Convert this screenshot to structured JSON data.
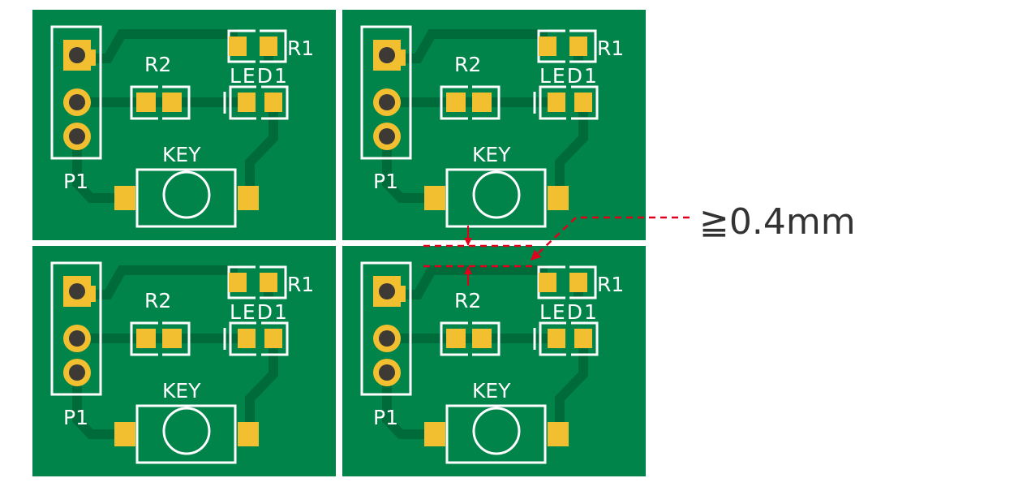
{
  "colors": {
    "board": "#00844a",
    "trace": "#006b3a",
    "pad": "#f2bf30",
    "hole": "#3d3a36",
    "silkscreen": "#ffffff",
    "annotation": "#e0001b"
  },
  "board": {
    "labels": {
      "p1": "P1",
      "r1": "R1",
      "r2": "R2",
      "led1": "LED1",
      "key": "KEY"
    }
  },
  "boards_count": 4,
  "annotation": {
    "text": "≧0.4mm"
  }
}
